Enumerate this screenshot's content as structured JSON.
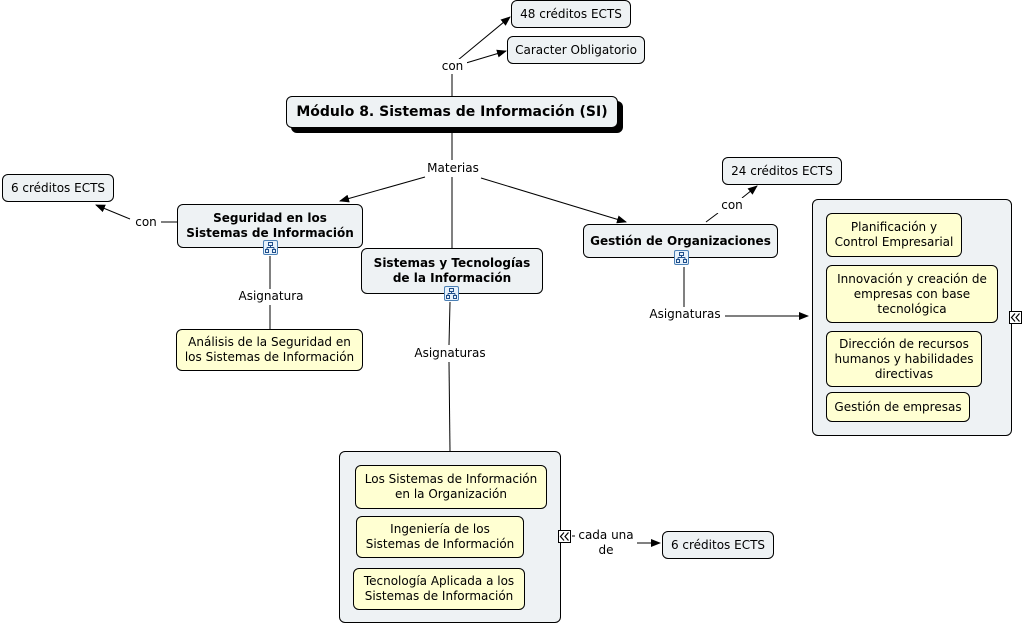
{
  "main_topic": "Módulo 8. Sistemas de Información (SI)",
  "top": {
    "link_label": "con",
    "credits": "48 créditos ECTS",
    "character": "Caracter Obligatorio"
  },
  "materias_label": "Materias",
  "seguridad": {
    "title": "Seguridad en los Sistemas de Información",
    "con_label": "con",
    "credits": "6 créditos ECTS",
    "asignatura_label": "Asignatura",
    "subject": "Análisis de la Seguridad en los Sistemas de Información"
  },
  "sistemas": {
    "title": "Sistemas y Tecnologías de la Información",
    "asignaturas_label": "Asignaturas",
    "subjects": [
      "Los Sistemas de Información en la Organización",
      "Ingeniería de los Sistemas de Información",
      "Tecnología Aplicada a los Sistemas de Información"
    ],
    "each_label": "cada una de",
    "credits": "6 créditos ECTS"
  },
  "gestion": {
    "title": "Gestión de Organizaciones",
    "con_label": "con",
    "credits": "24 créditos ECTS",
    "asignaturas_label": "Asignaturas",
    "subjects": [
      "Planificación y Control Empresarial",
      "Innovación y creación de empresas con base tecnológica",
      "Dirección de recursos humanos y habilidades directivas",
      "Gestión de empresas"
    ]
  },
  "icons": [
    "submap-icon",
    "collapse-icon"
  ],
  "colors": {
    "concept_fill": "#eef2f4",
    "subject_fill": "#ffffd2",
    "border": "#000000"
  }
}
